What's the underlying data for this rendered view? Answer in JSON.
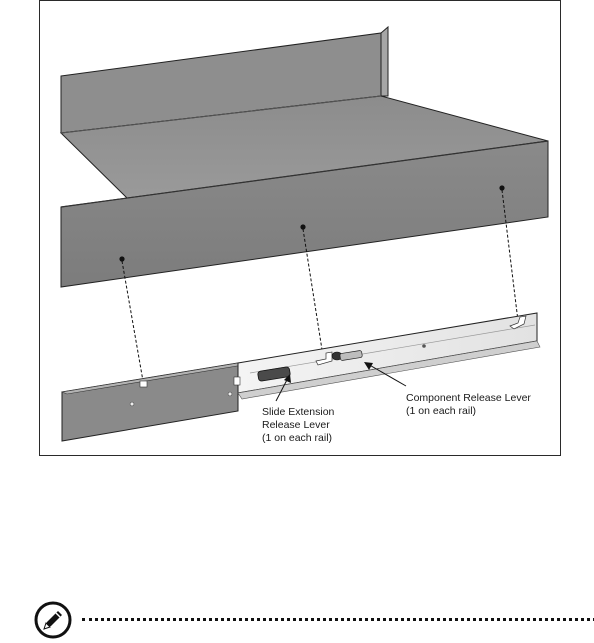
{
  "figure": {
    "labels": {
      "component_release_lever": [
        "Component Release Lever",
        "(1 on each rail)"
      ],
      "slide_extension_release_lever": [
        "Slide Extension",
        "Release Lever",
        "(1 on each rail)"
      ]
    }
  },
  "note": {
    "icon": "note-pen-icon"
  }
}
